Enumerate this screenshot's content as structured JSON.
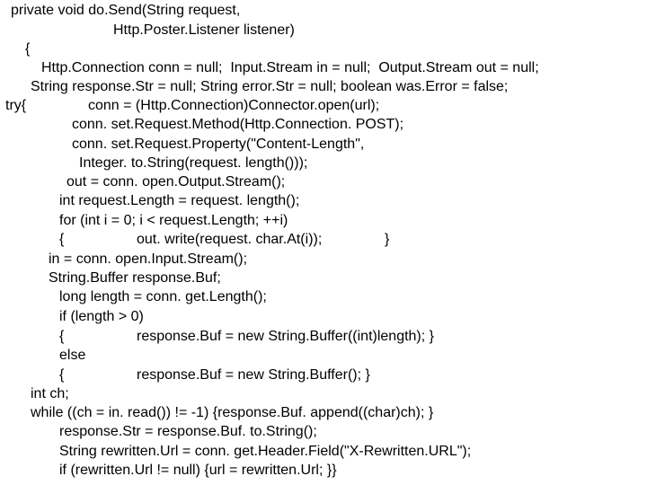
{
  "code_lines": [
    "private void do.Send(String request,",
    "Http.Poster.Listener listener)",
    "{",
    "Http.Connection conn = null;  Input.Stream in = null;  Output.Stream out = null;",
    "String response.Str = null; String error.Str = null; boolean was.Error = false;",
    "try{",
    "conn = (Http.Connection)Connector.open(url);",
    "conn. set.Request.Method(Http.Connection. POST);",
    "conn. set.Request.Property(\"Content-Length\",",
    "Integer. to.String(request. length()));",
    "out = conn. open.Output.Stream();",
    "int request.Length = request. length();",
    "for (int i = 0; i < request.Length; ++i)",
    "{",
    "out. write(request. char.At(i));",
    "}",
    "in = conn. open.Input.Stream();",
    "String.Buffer response.Buf;",
    "long length = conn. get.Length();",
    "if (length > 0)",
    "{",
    "response.Buf = new String.Buffer((int)length); }",
    "else",
    "{",
    "response.Buf = new String.Buffer(); }",
    "int ch;",
    "while ((ch = in. read()) != -1) {response.Buf. append((char)ch); }",
    "response.Str = response.Buf. to.String();",
    "String rewritten.Url = conn. get.Header.Field(\"X-Rewritten.URL\");",
    "if (rewritten.Url != null) {url = rewritten.Url; }}"
  ]
}
